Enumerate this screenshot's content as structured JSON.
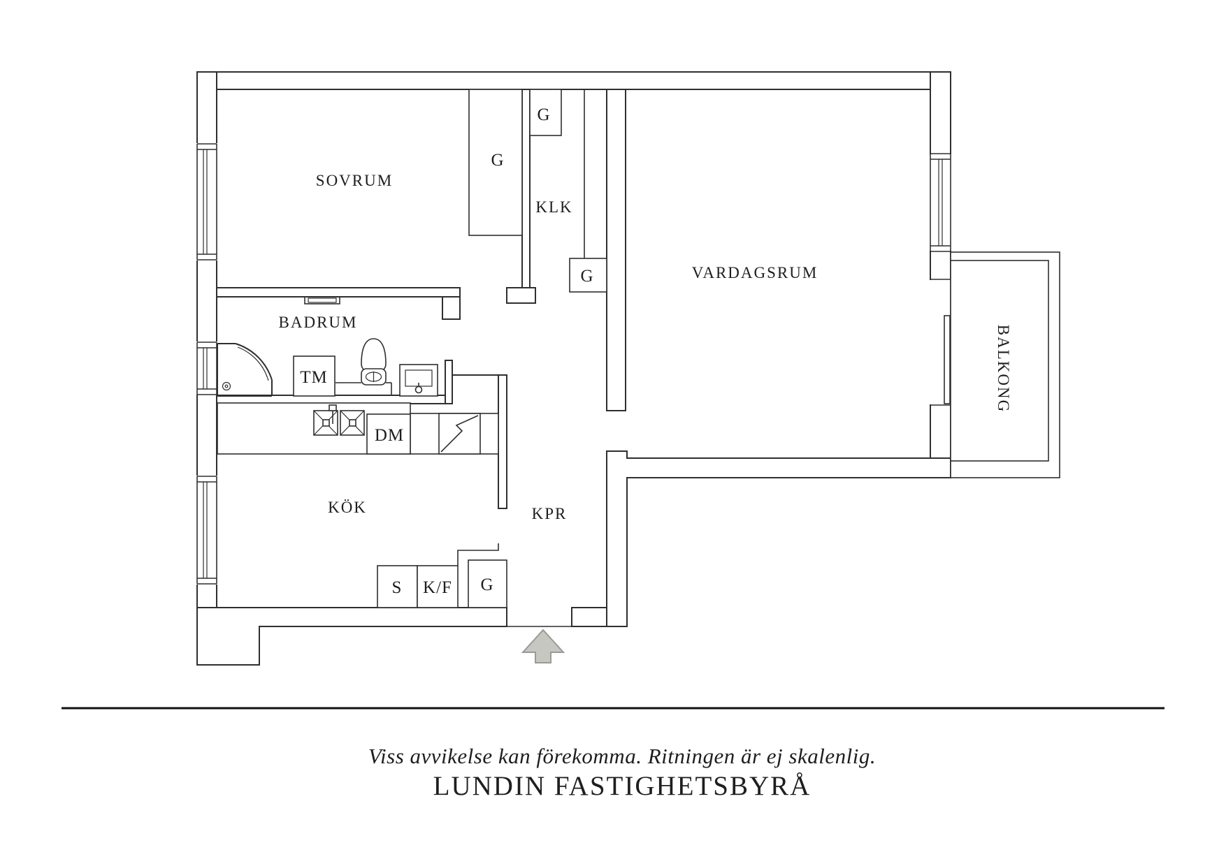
{
  "colors": {
    "line": "#2f2f2f",
    "label": "#1e1e1e",
    "arrow_fill": "#c7c7c2",
    "arrow_stroke": "#9a9a95"
  },
  "rooms": {
    "bedroom": {
      "label": "SOVRUM"
    },
    "closet": {
      "label": "KLK"
    },
    "living_room": {
      "label": "VARDAGSRUM"
    },
    "bathroom": {
      "label": "BADRUM"
    },
    "kitchen": {
      "label": "KÖK"
    },
    "corridor": {
      "label": "KPR"
    },
    "balcony": {
      "label": "BALKONG"
    }
  },
  "fixtures": {
    "wardrobe_bedroom": "G",
    "wardrobe_closet_top": "G",
    "wardrobe_closet_bottom": "G",
    "wardrobe_kitchen": "G",
    "washing_machine": "TM",
    "dishwasher": "DM",
    "cleaning_cabinet": "S",
    "fridge_freezer": "K/F"
  },
  "footer": {
    "disclaimer": "Viss avvikelse kan förekomma. Ritningen är ej skalenlig.",
    "agency": "LUNDIN FASTIGHETSBYRÅ"
  }
}
